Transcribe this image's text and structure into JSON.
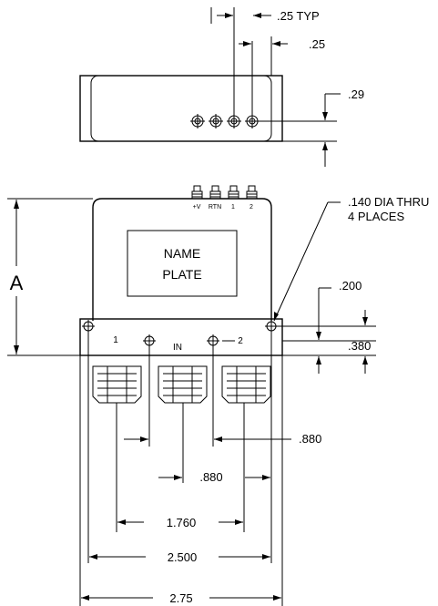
{
  "top_view": {
    "dim_typ": ".25 TYP",
    "dim_pin_edge": ".25",
    "dim_height": ".29"
  },
  "front_view": {
    "terminal_labels": [
      "+V",
      "RTN",
      "1",
      "2"
    ],
    "name_plate_line1": "NAME",
    "name_plate_line2": "PLATE",
    "dim_a": "A",
    "hole_callout_line1": ".140 DIA THRU",
    "hole_callout_line2": "4 PLACES",
    "dim_200": ".200",
    "dim_380": ".380",
    "connector_label_1": "1",
    "connector_label_in": "IN",
    "connector_label_2": "2",
    "dim_880_right": ".880",
    "dim_880_center": ".880",
    "dim_1760": "1.760",
    "dim_2500": "2.500",
    "dim_275": "2.75"
  },
  "colors": {
    "ink": "#000000",
    "paper": "#ffffff"
  }
}
